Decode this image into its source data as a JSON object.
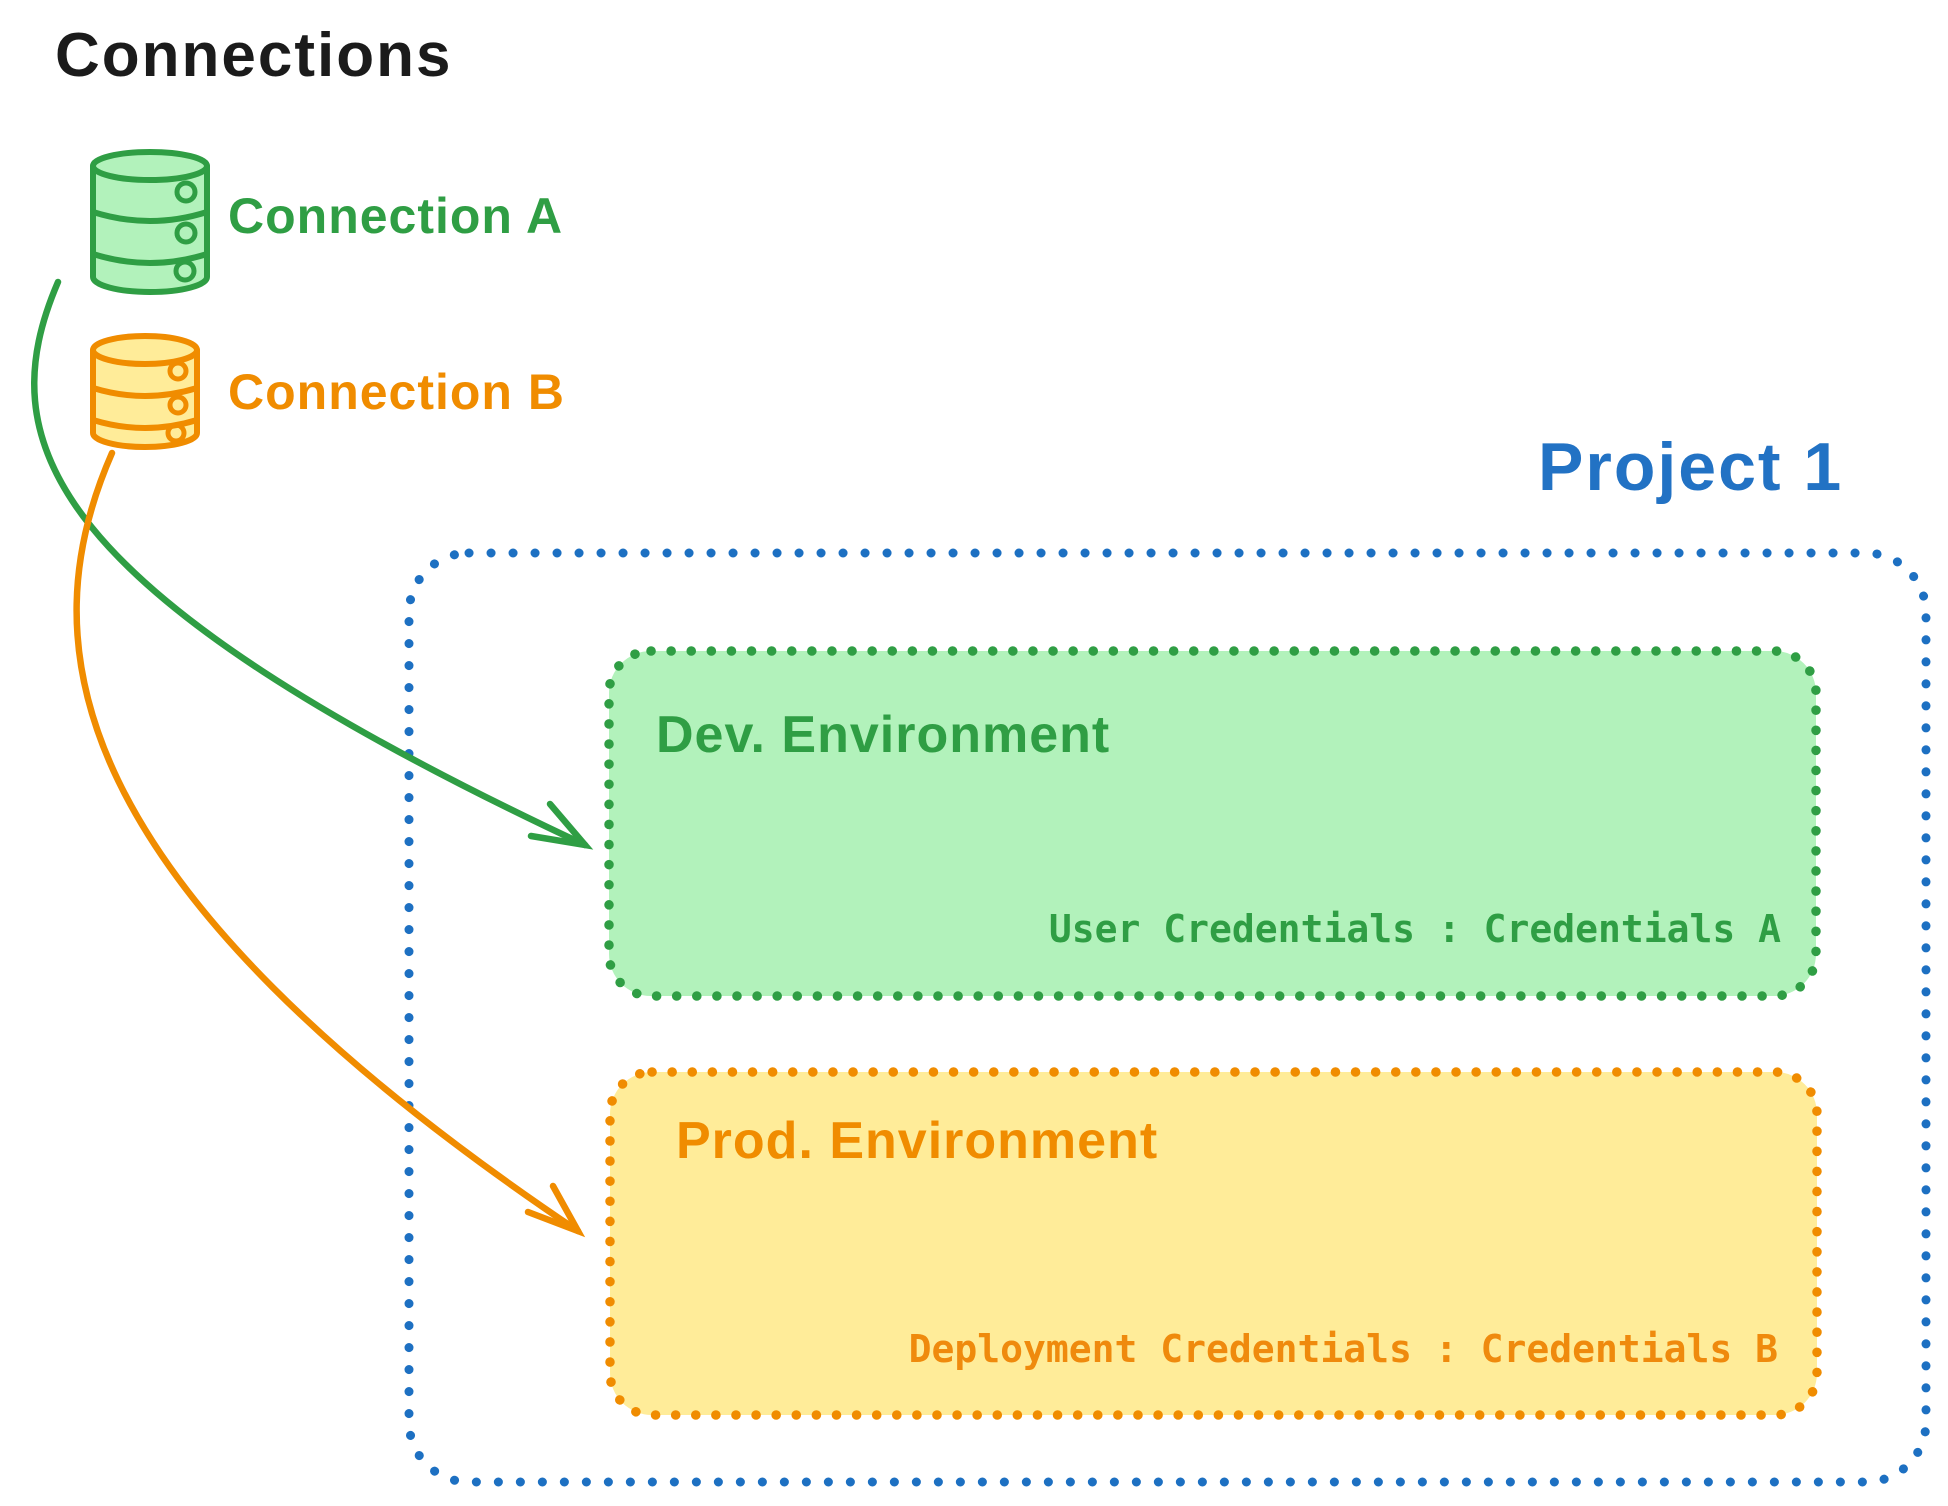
{
  "diagram": {
    "title": "Connections",
    "colors": {
      "black": "#1b1b1b",
      "green": "#2f9e44",
      "green_fill": "#b2f2bb",
      "orange": "#f08c00",
      "orange_fill": "#ffec99",
      "blue": "#1d70c2"
    },
    "connections": [
      {
        "label": "Connection A",
        "icon": "database-icon",
        "color": "#2f9e44"
      },
      {
        "label": "Connection B",
        "icon": "database-icon",
        "color": "#f08c00"
      }
    ],
    "project": {
      "label": "Project 1",
      "environments": [
        {
          "name": "Dev. Environment",
          "credentials_label": "User Credentials : Credentials A"
        },
        {
          "name": "Prod. Environment",
          "credentials_label": "Deployment Credentials : Credentials B"
        }
      ]
    },
    "arrows": [
      {
        "from": "Connection A",
        "to": "Dev. Environment"
      },
      {
        "from": "Connection B",
        "to": "Prod. Environment"
      }
    ]
  }
}
